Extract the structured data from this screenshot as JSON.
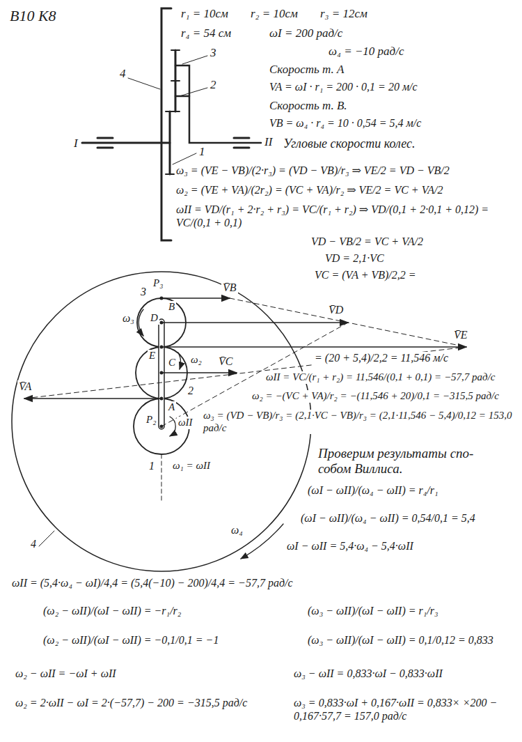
{
  "diagram": {
    "labels": [
      "B10 K8",
      "r₁ = 10см",
      "r₂ = 10см",
      "r₃ = 12см",
      "r₄ = 54 см",
      "ωI = 200 рад/с",
      "ω₄ = −10 рад/с",
      "Скорость т. A",
      "VA = ωI · r₁ = 200 · 0,1 = 20 м/с",
      "Скорость т. B.",
      "VB = ω₄ · r₄ = 10 · 0,54 = 5,4 м/с",
      "Угловые скорости колес.",
      "ω₃ = (VE − VB)/(2·r₃) = (VD − VB)/r₃ ⇒ VE/2 = VD − VB/2",
      "ω₂ = (VE + VA)/(2r₂) = (VC + VA)/r₂ ⇒ VE/2 = VC + VA/2",
      "ωII = VD/(r₁ + 2·r₂ + r₃) = VC/(r₁ + r₂) ⇒ VD/(0,1 + 2·0,1 + 0,12) = VC/(0,1 + 0,1)",
      "VD − VB/2 = VC + VA/2",
      "VD = 2,1·VC",
      "VC = (VA + VB)/2,2 =",
      "= (20 + 5,4)/2,2 = 11,546 м/с",
      "ωII = VC/(r₁ + r₂) = 11,546/(0,1 + 0,1) = −57,7 рад/с",
      "ω₂ = −(VC + VA)/r₂ = −(11,546 + 20)/0,1 = −315,5 рад/с",
      "ω₃ = (VD − VB)/r₃ = (2,1·VC − VB)/r₃ = (2,1·11,546 − 5,4)/0,12 = 153,0 рад/с",
      "Проверим результаты спо- собом Виллиса.",
      "(ωI − ωII)/(ω₄ − ωII) = r₄/r₁",
      "(ωI − ωII)/(ω₄ − ωII) = 0,54/0,1 = 5,4",
      "ωI − ωII = 5,4·ω₄ − 5,4·ωII",
      "ωII = (5,4·ω₄ − ωI)/4,4 = (5,4(−10) − 200)/4,4 = −57,7 рад/с",
      "(ω₂ − ωII)/(ωI − ωII) = −r₁/r₂",
      "(ω₂ − ωII)/(ωI − ωII) = −0,1/0,1 = −1",
      "ω₂ − ωII = −ωI + ωII",
      "ω₂ = 2·ωII − ωI = 2·(−57,7) − 200 = −315,5 рад/с",
      "(ω₃ − ωII)/(ωI − ωII) = r₁/r₃",
      "(ω₃ − ωII)/(ωI − ωII) = 0,1/0,12 = 0,833",
      "ω₃ − ωII = 0,833·ωI − 0,833·ωII",
      "ω₃ = 0,833·ωI + 0,167·ωII = 0,833× ×200 − 0,167·57,7 = 157,0 рад/с",
      "I",
      "II",
      "3",
      "2",
      "4",
      "1",
      "3",
      "P₃",
      "B",
      "D",
      "V̄B",
      "V̄D",
      "V̄E",
      "ω₃",
      "E",
      "C",
      "V̄C",
      "ω₂",
      "2",
      "V̄A",
      "A",
      "P₂",
      "ωII",
      "1",
      "ω₁ = ωII",
      "ω₄",
      "4"
    ]
  }
}
